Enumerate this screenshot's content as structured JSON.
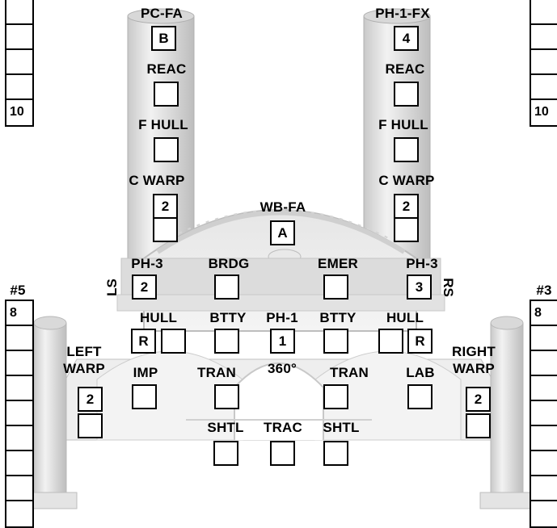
{
  "labels": {
    "pc_fa": "PC-FA",
    "ph1_fx": "PH-1-FX",
    "reac": "REAC",
    "f_hull": "F HULL",
    "c_warp": "C WARP",
    "wb_fa": "WB-FA",
    "ph3": "PH-3",
    "brdg": "BRDG",
    "emer": "EMER",
    "hull": "HULL",
    "btty": "BTTY",
    "ph1": "PH-1",
    "left": "LEFT",
    "right": "RIGHT",
    "warp": "WARP",
    "imp": "IMP",
    "tran": "TRAN",
    "lab": "LAB",
    "deg360": "360°",
    "shtl": "SHTL",
    "trac": "TRAC",
    "ls": "LS",
    "rs": "RS",
    "shield5": "#5",
    "shield3": "#3"
  },
  "boxes": {
    "pc_fa": "B",
    "ph1_fx": "4",
    "left_c_warp": "2",
    "right_c_warp": "2",
    "wb_fa": "A",
    "left_ph3": "2",
    "right_ph3": "3",
    "left_hull_r": "R",
    "right_hull_r": "R",
    "ph1": "1",
    "left_warp": "2",
    "right_warp": "2"
  },
  "tracks": {
    "top_left_value": "10",
    "top_right_value": "10",
    "shield5_value": "8",
    "shield3_value": "8"
  }
}
